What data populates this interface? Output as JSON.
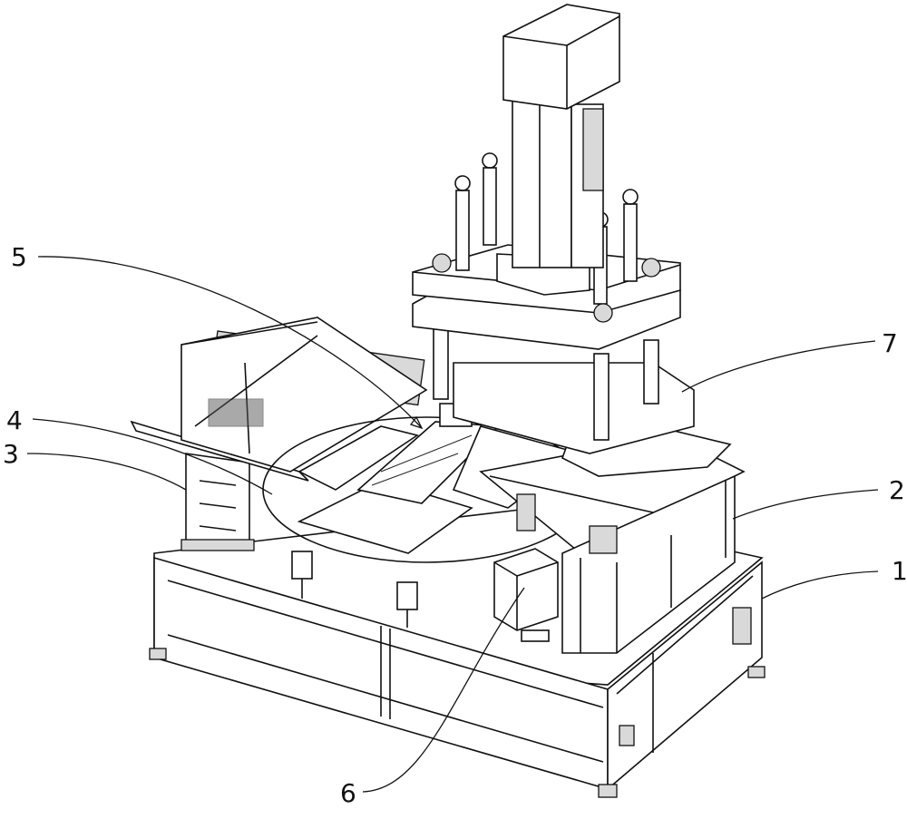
{
  "figure": {
    "callouts": [
      {
        "label": "1"
      },
      {
        "label": "2"
      },
      {
        "label": "3"
      },
      {
        "label": "4"
      },
      {
        "label": "5"
      },
      {
        "label": "6"
      },
      {
        "label": "7"
      }
    ]
  }
}
